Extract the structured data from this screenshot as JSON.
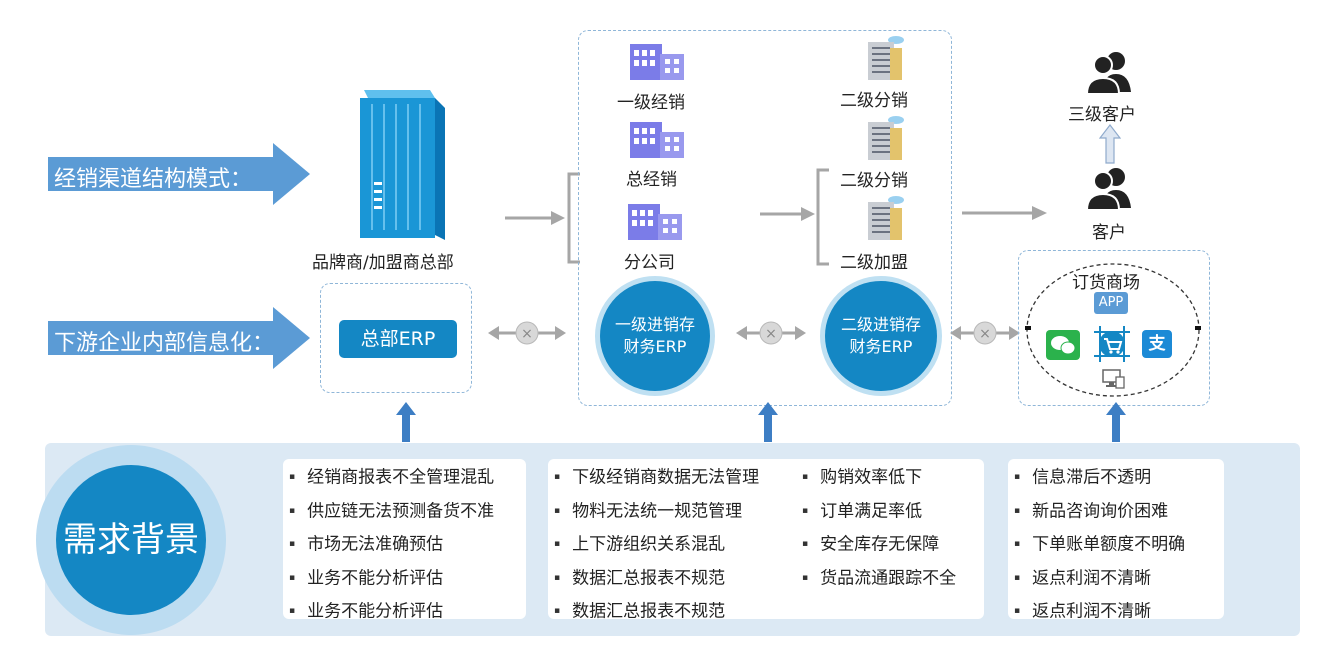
{
  "banners": {
    "channel_structure": "经销渠道结构模式：",
    "downstream_info": "下游企业内部信息化："
  },
  "nodes": {
    "hq": "品牌商/加盟商总部",
    "level1_dealer": "一级经销",
    "general_dealer": "总经销",
    "branch": "分公司",
    "level2_dist_a": "二级分销",
    "level2_dist_b": "二级分销",
    "level2_franchise": "二级加盟",
    "level3_customer": "三级客户",
    "customer": "客户"
  },
  "erp": {
    "hq_erp": "总部ERP",
    "level1_line1": "一级进销存",
    "level1_line2": "财务ERP",
    "level2_line1": "二级进销存",
    "level2_line2": "财务ERP"
  },
  "mall": {
    "title": "订货商场",
    "app": "APP",
    "alipay": "支"
  },
  "background": {
    "title": "需求背景",
    "col1": [
      "经销商报表不全管理混乱",
      "供应链无法预测备货不准",
      "市场无法准确预估",
      "业务不能分析评估",
      "业务不能分析评估"
    ],
    "col2a": [
      "下级经销商数据无法管理",
      "物料无法统一规范管理",
      "上下游组织关系混乱",
      "数据汇总报表不规范",
      "数据汇总报表不规范"
    ],
    "col2b": [
      "购销效率低下",
      "订单满足率低",
      "安全库存无保障",
      "货品流通跟踪不全"
    ],
    "col3": [
      "信息滞后不透明",
      "新品咨询询价困难",
      "下单账单额度不明确",
      "返点利润不清晰",
      "返点利润不清晰"
    ]
  },
  "colors": {
    "accent": "#1487c4",
    "banner": "#5b9bd5",
    "panel": "#dce9f4",
    "gray": "#a6a6a6"
  }
}
